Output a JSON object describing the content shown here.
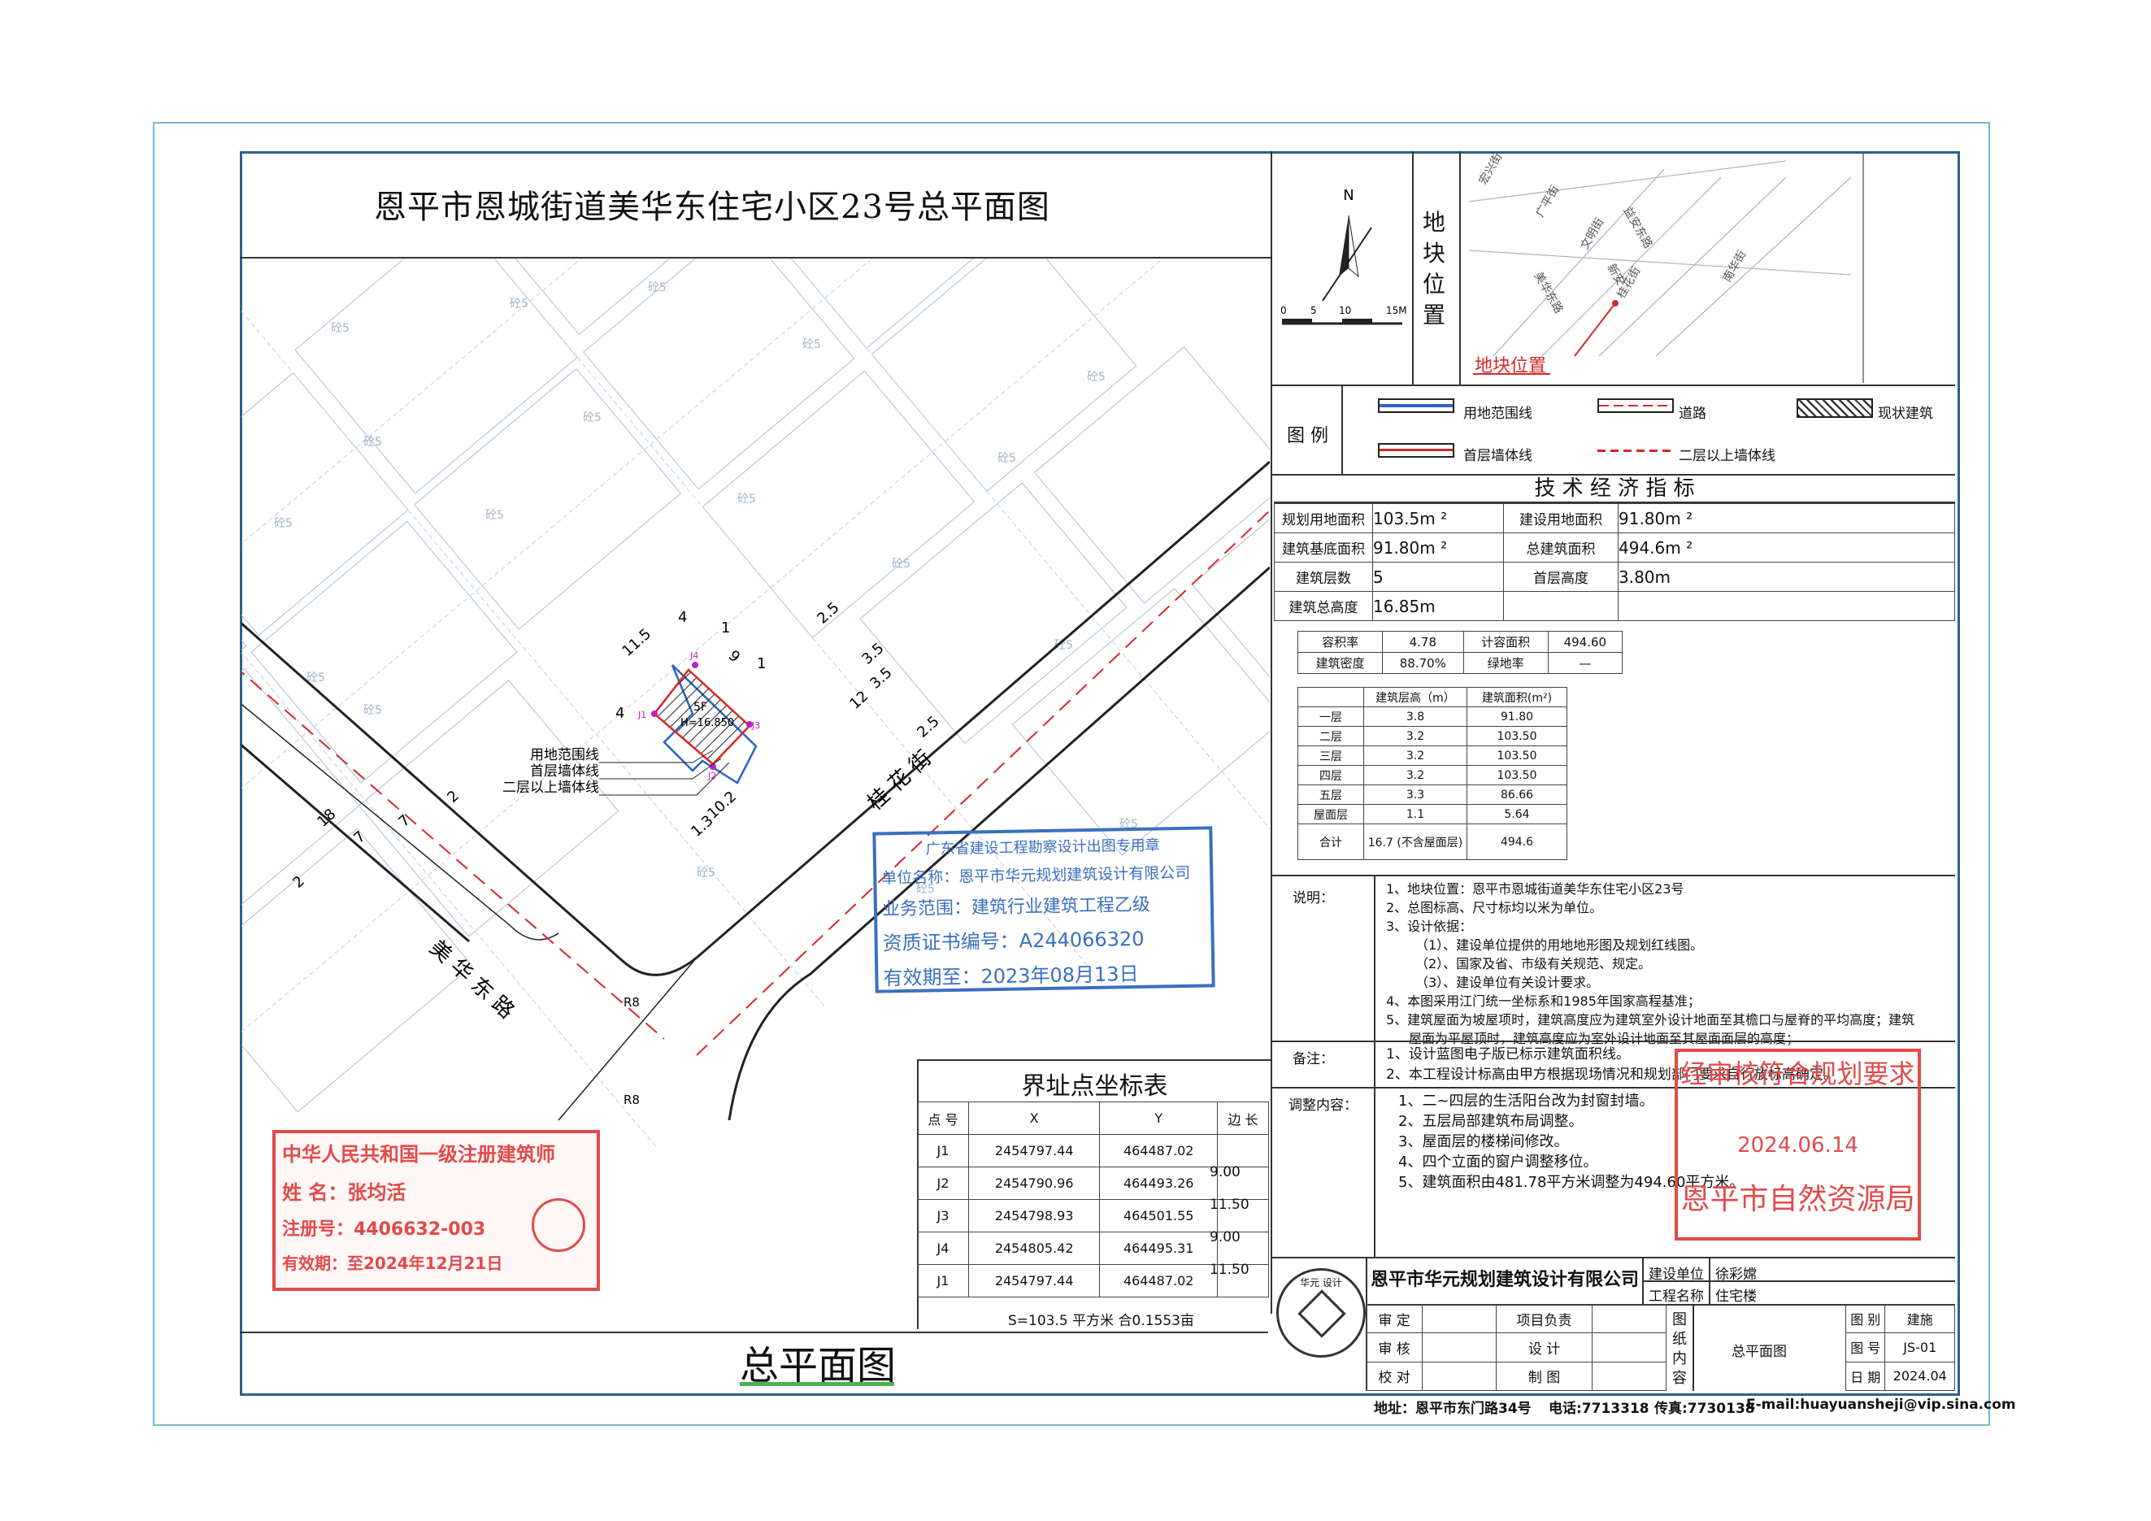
{
  "title": "恩平市恩城街道美华东住宅小区23号总平面图",
  "compass": {
    "north": "N",
    "scale_ticks": [
      "0",
      "5",
      "10",
      "15M"
    ]
  },
  "location": {
    "label": "地块位置",
    "marker": "地块位置",
    "streets": [
      "宏兴街",
      "广平街",
      "益安东路",
      "文明街",
      "美华东路",
      "新安",
      "桂花街",
      "南华街"
    ]
  },
  "legend": {
    "label": "图 例",
    "items": [
      {
        "name": "用地范围线",
        "color": "#2a62c8"
      },
      {
        "name": "道路",
        "color": "#222222"
      },
      {
        "name": "现状建筑",
        "color": "#222222"
      },
      {
        "name": "首层墙体线",
        "color": "#d62828"
      },
      {
        "name": "二层以上墙体线",
        "color": "#d62828"
      }
    ]
  },
  "tech": {
    "header": "技 术 经 济 指 标",
    "rows": [
      [
        "规划用地面积",
        "103.5m ²",
        "建设用地面积",
        "91.80m ²"
      ],
      [
        "建筑基底面积",
        "91.80m ²",
        "总建筑面积",
        "494.6m ²"
      ],
      [
        "建筑层数",
        "5",
        "首层高度",
        "3.80m"
      ],
      [
        "建筑总高度",
        "16.85m",
        "",
        ""
      ]
    ]
  },
  "ratio": {
    "rows": [
      [
        "容积率",
        "4.78",
        "计容面积",
        "494.60"
      ],
      [
        "建筑密度",
        "88.70%",
        "绿地率",
        "—"
      ]
    ]
  },
  "floors": {
    "headers": [
      "",
      "建筑层高（m）",
      "建筑面积(m²)"
    ],
    "rows": [
      [
        "一层",
        "3.8",
        "91.80"
      ],
      [
        "二层",
        "3.2",
        "103.50"
      ],
      [
        "三层",
        "3.2",
        "103.50"
      ],
      [
        "四层",
        "3.2",
        "103.50"
      ],
      [
        "五层",
        "3.3",
        "86.66"
      ],
      [
        "屋面层",
        "1.1",
        "5.64"
      ],
      [
        "合计",
        "16.7 (不含屋面层)",
        "494.6"
      ]
    ]
  },
  "notes": {
    "label": "说明：",
    "lines": [
      "1、地块位置：恩平市恩城街道美华东住宅小区23号",
      "2、总图标高、尺寸标均以米为单位。",
      "3、设计依据：",
      "      （1）、建设单位提供的用地地形图及规划红线图。",
      "      （2）、国家及省、市级有关规范、规定。",
      "      （3）、建设单位有关设计要求。",
      "4、本图采用江门统一坐标系和1985年国家高程基准；",
      "5、建筑屋面为坡屋项时，建筑高度应为建筑室外设计地面至其檐口与屋脊的平均高度；建筑",
      "    屋面为平屋顶时，建筑高度应为室外设计地面至其屋面面层的高度；"
    ]
  },
  "remarks": {
    "label": "备注：",
    "lines": [
      "1、设计蓝图电子版已标示建筑面积线。",
      "2、本工程设计标高由甲方根据现场情况和规划部门要求自行放标高确定。"
    ]
  },
  "adjust": {
    "label": "调整内容：",
    "lines": [
      "1、二~四层的生活阳台改为封窗封墙。",
      "2、五层局部建筑布局调整。",
      "3、屋面层的楼梯间修改。",
      "4、四个立面的窗户调整移位。",
      "5、建筑面积由481.78平方米调整为494.60平方米。"
    ]
  },
  "coords": {
    "title": "界址点坐标表",
    "headers": [
      "点 号",
      "X",
      "Y",
      "边 长"
    ],
    "rows": [
      [
        "J1",
        "2454797.44",
        "464487.02"
      ],
      [
        "J2",
        "2454790.96",
        "464493.26"
      ],
      [
        "J3",
        "2454798.93",
        "464501.55"
      ],
      [
        "J4",
        "2454805.42",
        "464495.31"
      ],
      [
        "J1",
        "2454797.44",
        "464487.02"
      ]
    ],
    "edges": [
      "9.00",
      "11.50",
      "9.00",
      "11.50"
    ],
    "footer": "S=103.5 平方米 合0.1553亩"
  },
  "map_labels": {
    "road1": "美 华 东 路",
    "road2": "桂 花 街",
    "site_label": "5F",
    "site_height": "H=16.850",
    "leader1": "用地范围线",
    "leader2": "首层墙体线",
    "leader3": "二层以上墙体线",
    "dims": [
      "4",
      "11.5",
      "1",
      "9",
      "1",
      "4",
      "10.2",
      "1.3",
      "2.5",
      "3.5",
      "3.5",
      "12",
      "2.5",
      "18",
      "7",
      "7",
      "2",
      "2",
      "R8",
      "R8"
    ],
    "points": [
      "J1",
      "J2",
      "J3",
      "J4"
    ],
    "bldg": "砼5",
    "page_label": "总平面图"
  },
  "stamps": {
    "institute_lines": [
      "广东省建设工程勘察设计出图专用章",
      "单位名称：恩平市华元规划建筑设计有限公司",
      "业务范围：建筑行业建筑工程乙级",
      "资质证书编号：A244066320",
      "有效期至：2023年08月13日"
    ],
    "architect_lines": [
      "中华人民共和国一级注册建筑师",
      "姓 名：张均活",
      "注册号：4406632-003",
      "有效期：至2024年12月21日"
    ],
    "approval_lines": [
      "经审核符合规划要求",
      "2024.06.14",
      "恩平市自然资源局"
    ],
    "seal_text": "华元 设计"
  },
  "titleblock": {
    "company": "恩平市华元规划建筑设计有限公司",
    "owner_label": "建设单位",
    "owner": "徐彩嫦",
    "project_label": "工程名称",
    "project": "住宅楼",
    "roles": [
      [
        "审 定",
        "",
        "项目负责",
        ""
      ],
      [
        "审 核",
        "",
        "设 计",
        ""
      ],
      [
        "校 对",
        "",
        "制 图",
        ""
      ]
    ],
    "drawing_label": "图纸内容",
    "drawing": "总平面图",
    "meta": [
      [
        "图 别",
        "建施"
      ],
      [
        "图 号",
        "JS-01"
      ],
      [
        "日 期",
        "2024.04"
      ]
    ],
    "address": "地址：恩平市东门路34号",
    "tel1": "电话:7713318",
    "tel2": "传真:7730138",
    "email": "E-mail:huayuansheji@vip.sina.com"
  }
}
